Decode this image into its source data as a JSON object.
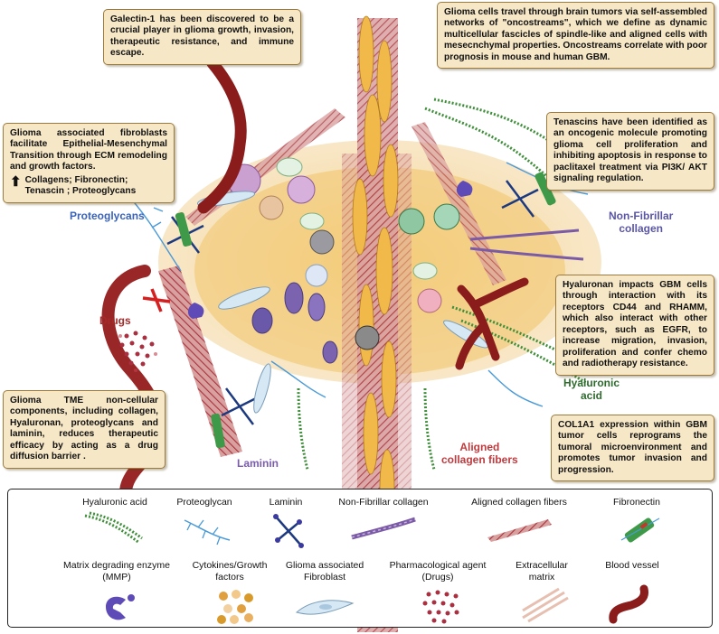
{
  "callouts": {
    "galectin": "Galectin-1 has been discovered to be a crucial player in glioma growth, invasion, therapeutic resistance, and immune escape.",
    "oncostreams": "Glioma cells travel through brain tumors via self-assembled networks of \"oncostreams\", which we define as dynamic multicellular fascicles of spindle-like and aligned cells with mesecnchymal properties. Oncostreams correlate with poor prognosis in mouse and human GBM.",
    "fibroblasts": "Glioma associated fibroblasts facilitate Epithelial-Mesenchymal Transition through ECM remodeling and growth factors.",
    "fibroblasts_list": "Collagens; Fibronectin; Tenascin ; Proteoglycans",
    "tenascins": "Tenascins have been identified as an oncogenic molecule promoting glioma cell proliferation and inhibiting apoptosis in response to paclitaxel treatment via PI3K/ AKT signaling regulation.",
    "hyaluronan": "Hyaluronan impacts GBM cells through interaction with its receptors CD44 and RHAMM, which also interact with other receptors, such as EGFR, to increase migration, invasion, proliferation and confer chemo and radiotherapy resistance.",
    "tme": "Glioma TME non-cellular components, including collagen, Hyaluronan, proteoglycans and laminin, reduces therapeutic efficacy by acting as a drug diffusion barrier .",
    "col1a1": "COL1A1 expression within GBM tumor cells reprograms the tumoral microenvironment and promotes tumor invasion and progression."
  },
  "labels": {
    "proteoglycans": "Proteoglycans",
    "non_fibrillar": [
      "Non-Fibrillar",
      "collagen"
    ],
    "drugs": "Drugs",
    "hyaluronic": [
      "Hyaluronic",
      "acid"
    ],
    "laminin": "Laminin",
    "aligned": [
      "Aligned",
      "collagen fibers"
    ]
  },
  "legend": {
    "row1": [
      "Hyaluronic acid",
      "Proteoglycan",
      "Laminin",
      "Non-Fibrillar collagen",
      "Aligned collagen fibers",
      "Fibronectin"
    ],
    "row2": [
      [
        "Matrix degrading enzyme",
        "(MMP)"
      ],
      [
        "Cytokines/Growth",
        "factors"
      ],
      [
        "Glioma associated",
        "Fibroblast"
      ],
      [
        "Pharmacological agent",
        "(Drugs)"
      ],
      [
        "Extracellular",
        "matrix"
      ],
      [
        "Blood vessel"
      ]
    ]
  },
  "colors": {
    "box_fill": "#f6e7c6",
    "box_border": "#9b7a3c",
    "proteoglycan_label": "#3a63b8",
    "non_fibrillar_label": "#5a56a6",
    "drugs_label": "#a52a2a",
    "hyaluronic_label": "#2f6a2f",
    "laminin_label": "#7a5bb0",
    "aligned_label": "#c0393d",
    "cell_body": "#f3c66a",
    "vessel": "#8b1c1c",
    "collagen_fiber": "#b3343b"
  }
}
